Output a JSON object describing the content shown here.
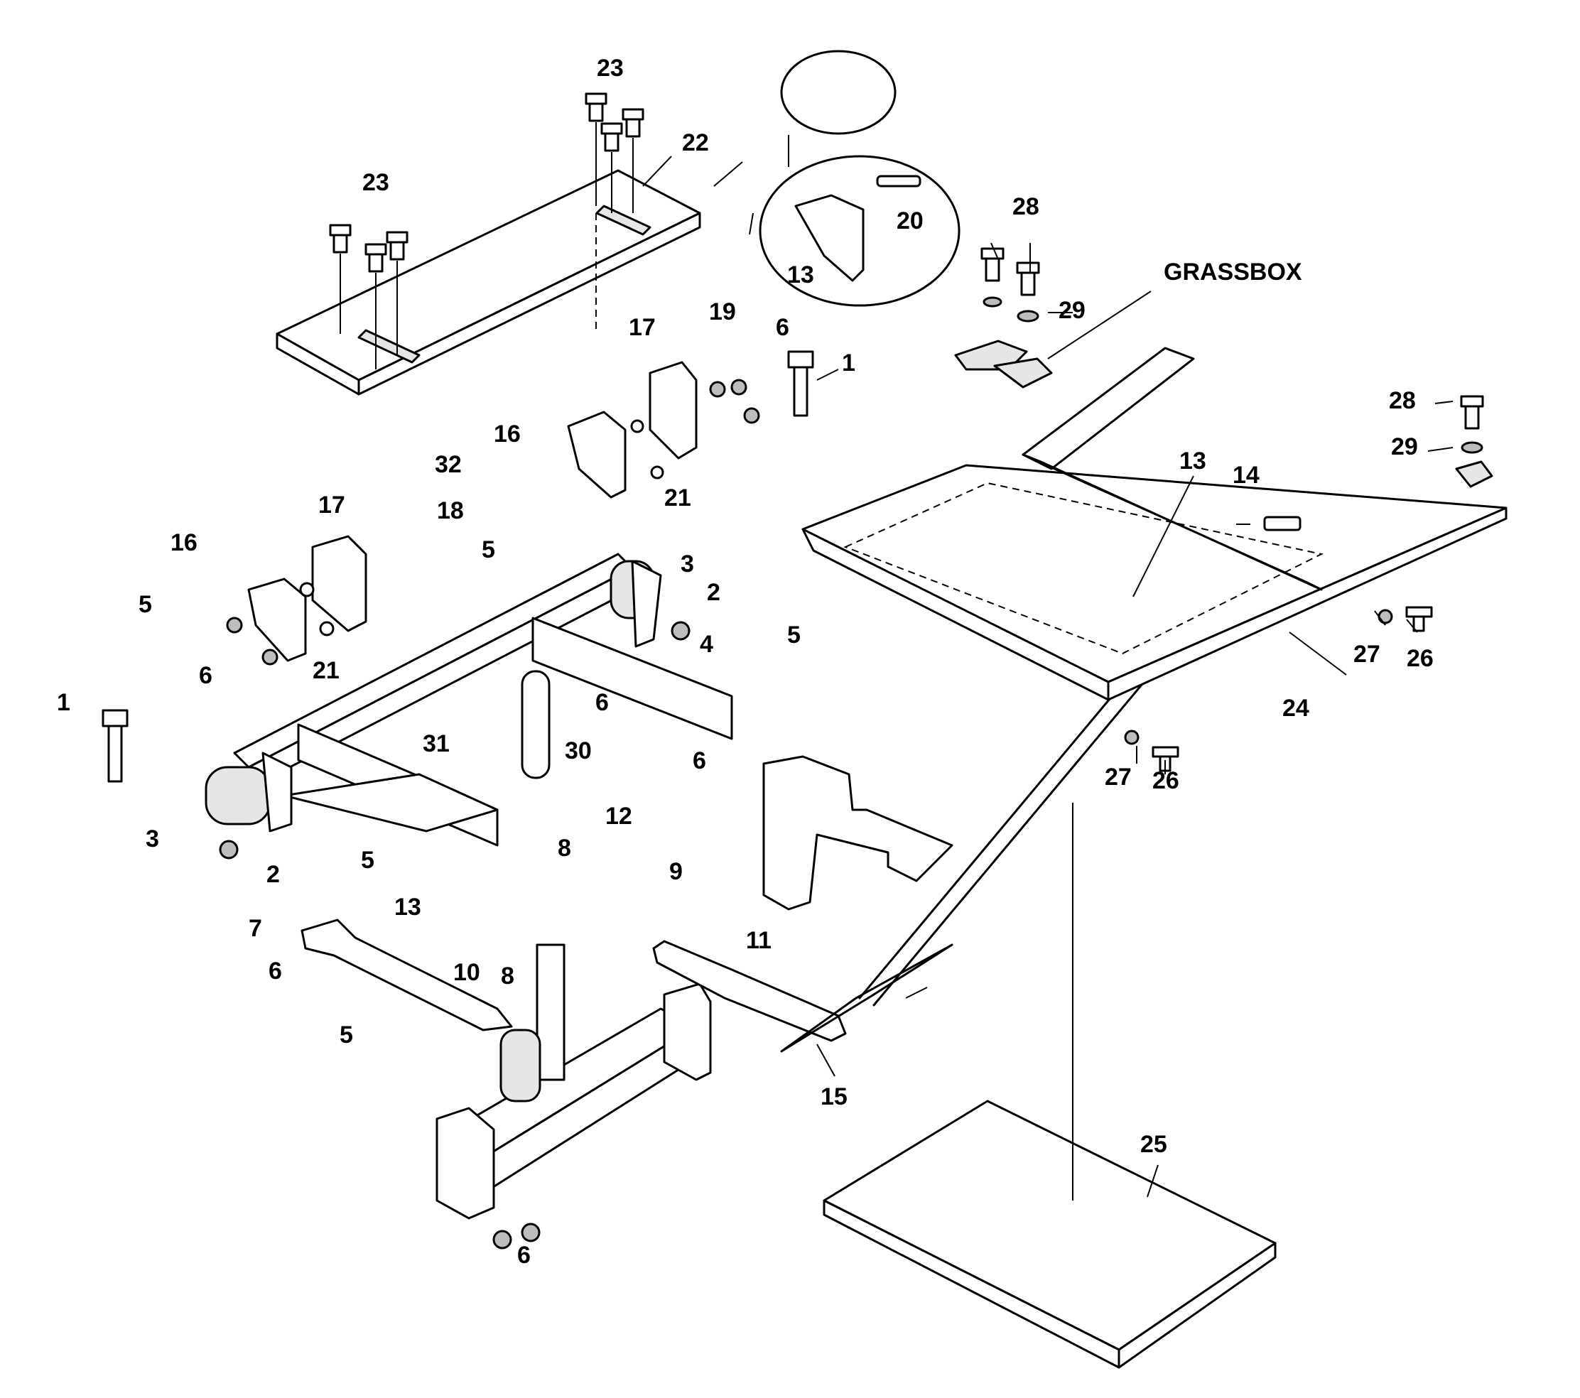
{
  "labels": {
    "grassbox": "GRASSBOX",
    "n1": "1",
    "n2": "2",
    "n3": "3",
    "n4": "4",
    "n5": "5",
    "n6": "6",
    "n7": "7",
    "n8": "8",
    "n9": "9",
    "n10": "10",
    "n11": "11",
    "n12": "12",
    "n13": "13",
    "n14": "14",
    "n15": "15",
    "n16": "16",
    "n17": "17",
    "n18": "18",
    "n19": "19",
    "n20": "20",
    "n21": "21",
    "n22": "22",
    "n23": "23",
    "n24": "24",
    "n25": "25",
    "n26": "26",
    "n27": "27",
    "n28": "28",
    "n29": "29",
    "n30": "30",
    "n31": "31",
    "n32": "32"
  },
  "colors": {
    "line": "#000000",
    "background": "#ffffff"
  }
}
